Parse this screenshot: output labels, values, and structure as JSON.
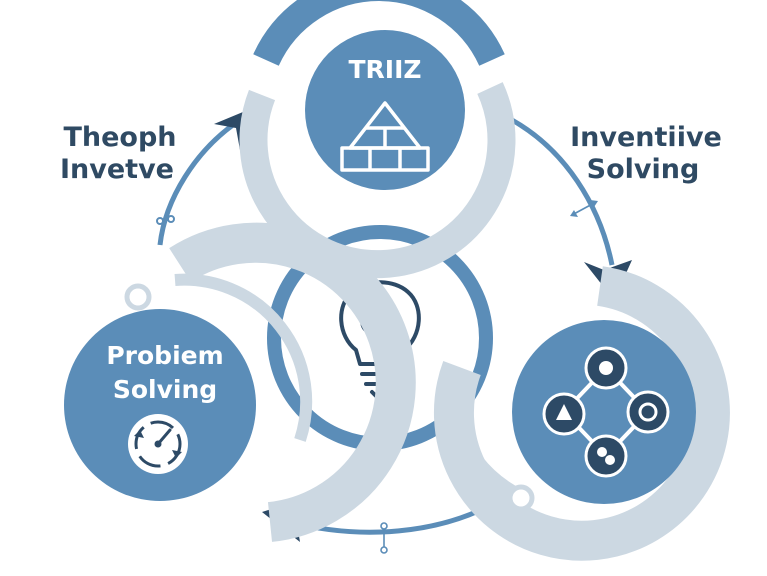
{
  "nodes": {
    "top": {
      "title": "TRIIZ",
      "icon": "triangle-blocks-icon"
    },
    "left": {
      "line1": "Probiem",
      "line2": "Solving",
      "icon": "gauge-cycle-icon"
    },
    "right": {
      "icon": "network-nodes-icon"
    },
    "center": {
      "icon": "lightbulb-icon"
    }
  },
  "labels": {
    "top_left": {
      "line1": "Theoph",
      "line2": "Invetve"
    },
    "top_right": {
      "line1": "Inventiive",
      "line2": "Solving"
    }
  },
  "colors": {
    "primary": "#5b8db8",
    "dark": "#2d4a66",
    "light_ring": "#ccd8e2",
    "text_dark": "#2f4a63",
    "white": "#ffffff"
  }
}
